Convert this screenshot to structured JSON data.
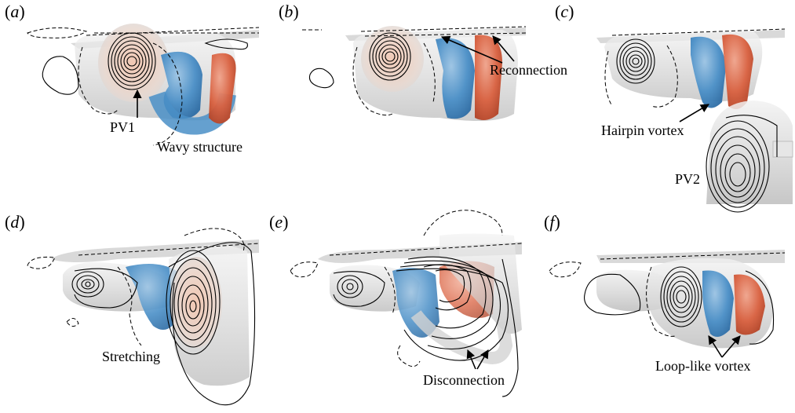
{
  "panels": [
    {
      "id": "a",
      "letter": "a"
    },
    {
      "id": "b",
      "letter": "b"
    },
    {
      "id": "c",
      "letter": "c"
    },
    {
      "id": "d",
      "letter": "d"
    },
    {
      "id": "e",
      "letter": "e"
    },
    {
      "id": "f",
      "letter": "f"
    }
  ],
  "annotations": {
    "pv1": "PV1",
    "wavy": "Wavy structure",
    "reconnection": "Reconnection",
    "hairpin": "Hairpin vortex",
    "pv2": "PV2",
    "stretching": "Stretching",
    "disconnection": "Disconnection",
    "loop": "Loop-like vortex"
  },
  "colors": {
    "positive": "#d9603f",
    "negative": "#4a8fc7",
    "surface": "#d8d8d8",
    "contour": "#000000"
  }
}
